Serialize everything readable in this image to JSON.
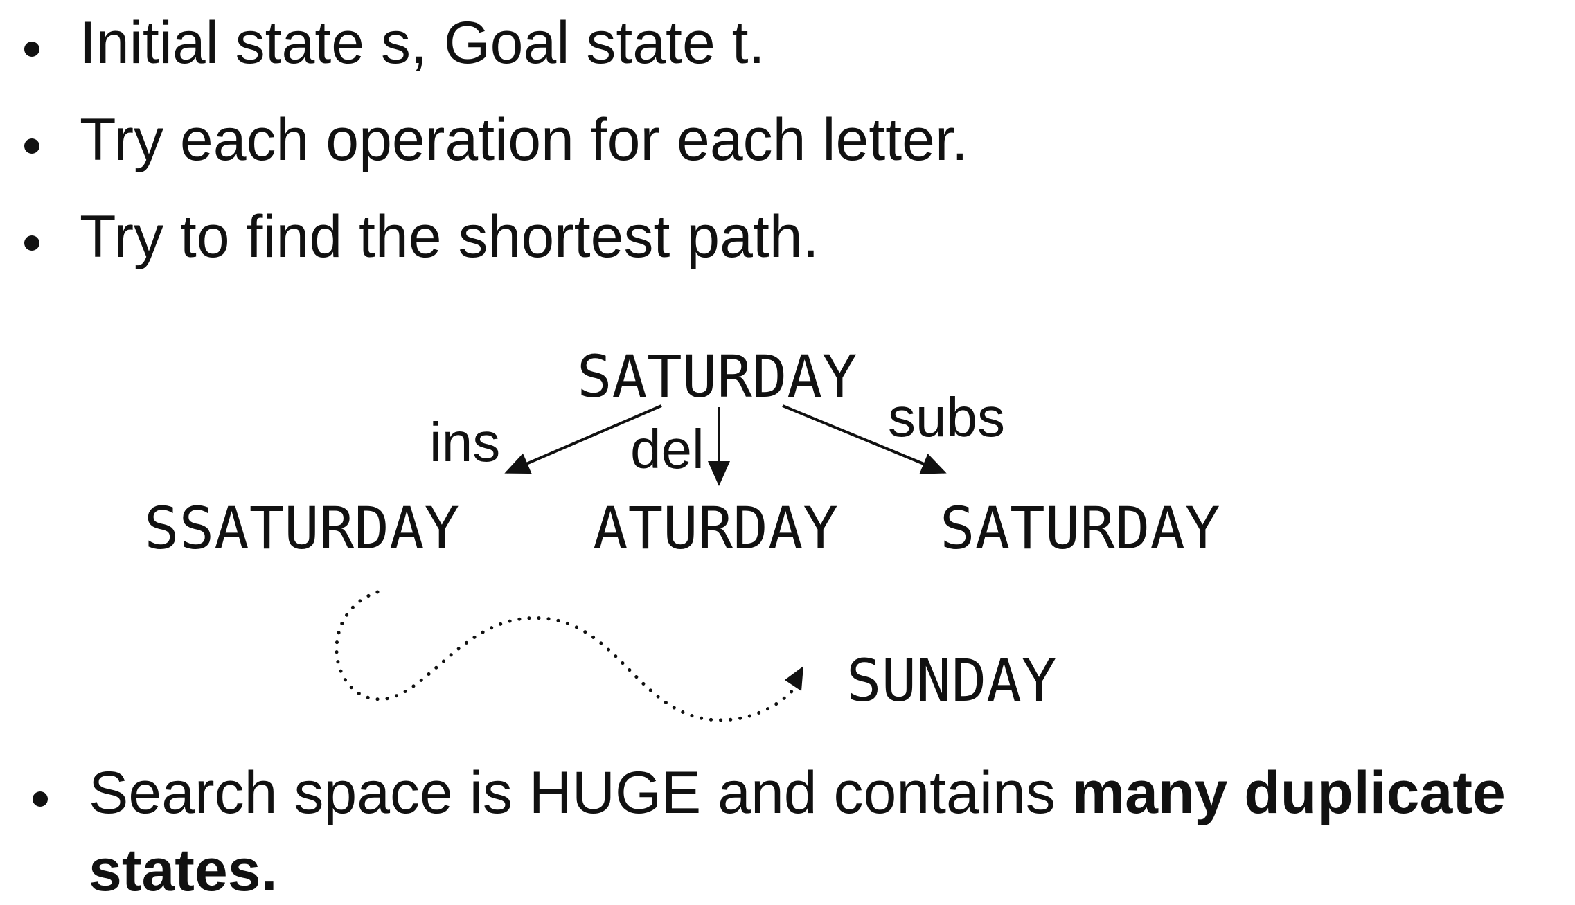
{
  "bullets": [
    {
      "text": "Initial state s, Goal state t."
    },
    {
      "text": "Try each operation for each letter."
    },
    {
      "text": "Try to find the shortest path."
    }
  ],
  "diagram": {
    "root": "SATURDAY",
    "edges": [
      {
        "label": "ins",
        "child": "SSATURDAY"
      },
      {
        "label": "del",
        "child": "ATURDAY"
      },
      {
        "label": "subs",
        "child": "SATURDAY"
      }
    ],
    "goal": "SUNDAY"
  },
  "summary": {
    "text_normal": "Search space is HUGE and contains ",
    "text_bold_1": "many duplicate",
    "text_bold_2": "states."
  }
}
